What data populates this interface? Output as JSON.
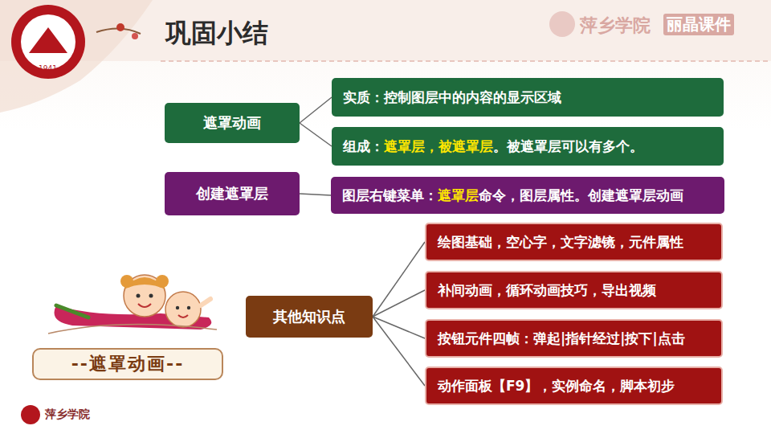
{
  "diagram": {
    "title": "巩固小结",
    "nodes": [
      {
        "text": [
          "遮罩动画"
        ]
      },
      {
        "text": [
          "实质：控制图层中的内容的显示区域"
        ]
      },
      {
        "text": [
          "组成：遮罩层，被遮罩层。被遮罩层可以有多个。"
        ]
      },
      {
        "text": [
          "创建遮罩层"
        ]
      },
      {
        "text": [
          "图层右键菜单：遮罩层命令，图层属性。创建遮罩层动画"
        ]
      },
      {
        "text": [
          "其他知识点"
        ]
      },
      {
        "text": [
          "绘图基础，空心字，文字滤镜，元件属性"
        ]
      },
      {
        "text": [
          "补间动画，循环动画技巧，导出视频"
        ]
      },
      {
        "text": [
          "按钮元件四帧：弹起|指针经过|按下|点击"
        ]
      },
      {
        "text": [
          "动作面板【F9】，实例命名，脚本初步"
        ]
      },
      {
        "text": [
          "--遮罩动画--"
        ]
      }
    ],
    "edges": [
      {
        "from": 0,
        "to": 1,
        "arrow": "none"
      },
      {
        "from": 0,
        "to": 2,
        "arrow": "none"
      },
      {
        "from": 3,
        "to": 4,
        "arrow": "none"
      },
      {
        "from": 5,
        "to": 6,
        "arrow": "none"
      },
      {
        "from": 5,
        "to": 7,
        "arrow": "none"
      },
      {
        "from": 5,
        "to": 8,
        "arrow": "none"
      },
      {
        "from": 5,
        "to": 9,
        "arrow": "none"
      }
    ],
    "labels": [
      "1941",
      "萍乡学院",
      "丽晶课件",
      "萍乡学院"
    ]
  }
}
